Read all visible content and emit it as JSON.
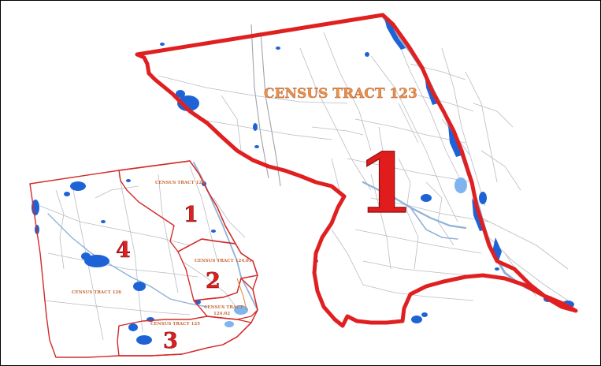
{
  "main_map": {
    "tract_label": "CENSUS TRACT 123",
    "number": "1"
  },
  "inset": {
    "regions": [
      {
        "label": "CENSUS TRACT 123",
        "number": "1"
      },
      {
        "label": "CENSUS TRACT 124.01",
        "number": "2"
      },
      {
        "label": "CENSUS TRACT 124.02",
        "number": ""
      },
      {
        "label": "CENSUS TRACT 125",
        "number": "3"
      },
      {
        "label": "CENSUS TRACT 126",
        "number": "4"
      }
    ]
  },
  "colors": {
    "boundary": "#e02020",
    "water": "#1e63d6",
    "label": "#e8924a"
  }
}
